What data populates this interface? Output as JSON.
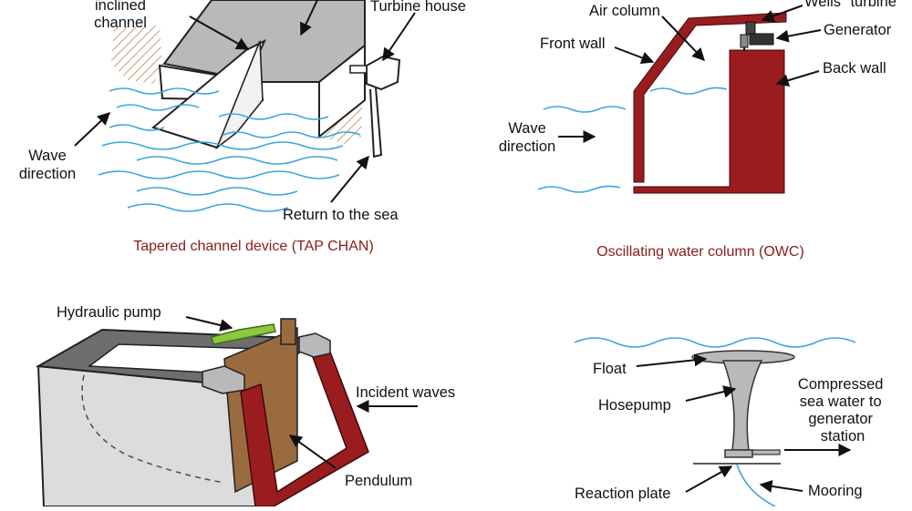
{
  "colors": {
    "water": "#3aa6dd",
    "wall_red": "#9b1c1f",
    "caption": "#8b1a1a",
    "gray_fill": "#b9b9b9",
    "pendulum": "#9a6b3f",
    "pump_green": "#8dc63f"
  },
  "tapchan": {
    "label_channel": "inclined\nchannel",
    "label_turbine_house": "Turbine house",
    "label_wave_direction": "Wave\ndirection",
    "label_return": "Return to the sea",
    "caption": "Tapered channel device (TAP CHAN)"
  },
  "owc": {
    "label_wells_turbine": "Wells\" turbine",
    "label_air_column": "Air column",
    "label_generator": "Generator",
    "label_front_wall": "Front wall",
    "label_back_wall": "Back wall",
    "label_wave_direction": "Wave\ndirection",
    "caption": "Oscillating water column (OWC)"
  },
  "pendulor": {
    "label_hydraulic_pump": "Hydraulic pump",
    "label_incident_waves": "Incident waves",
    "label_pendulum": "Pendulum"
  },
  "hosepump": {
    "label_float": "Float",
    "label_hosepump": "Hosepump",
    "label_compressed": "Compressed\nsea water to\ngenerator\nstation",
    "label_reaction_plate": "Reaction plate",
    "label_mooring": "Mooring"
  }
}
